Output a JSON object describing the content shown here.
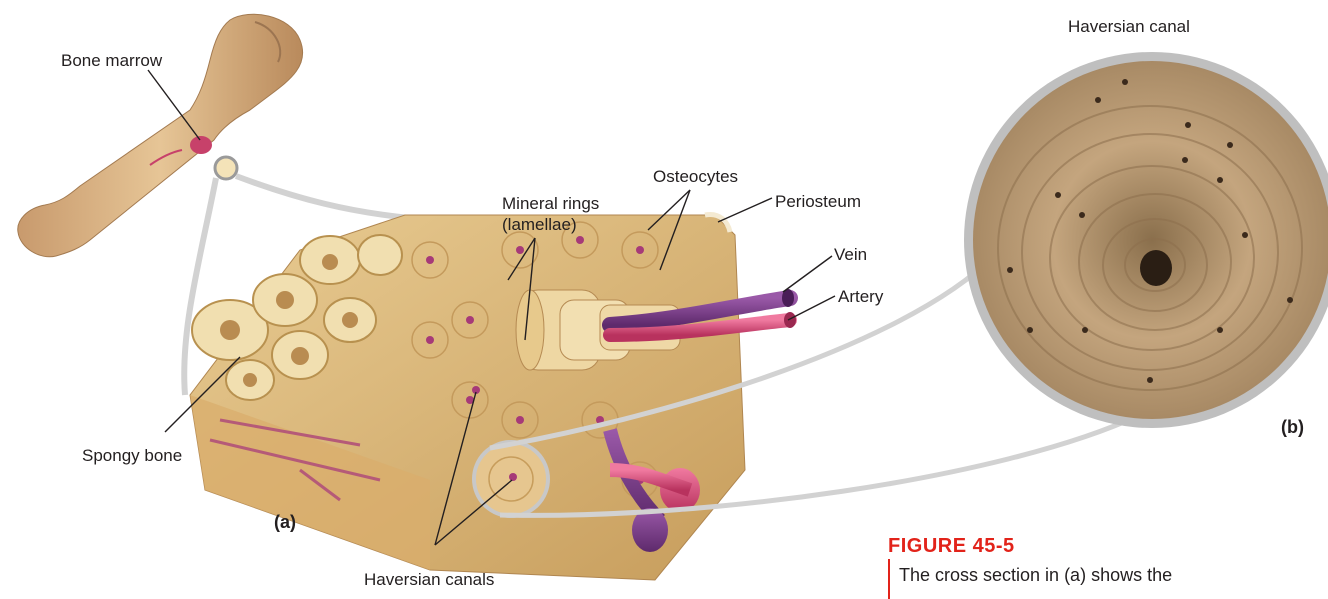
{
  "labels": {
    "bone_marrow": "Bone marrow",
    "mineral_rings_line1": "Mineral rings",
    "mineral_rings_line2": "(lamellae)",
    "osteocytes": "Osteocytes",
    "periosteum": "Periosteum",
    "vein": "Vein",
    "artery": "Artery",
    "spongy_bone": "Spongy bone",
    "haversian_canals": "Haversian canals",
    "haversian_canal": "Haversian canal"
  },
  "panels": {
    "a": "(a)",
    "b": "(b)"
  },
  "figure": {
    "number": "FIGURE 45-5",
    "caption": "The cross section in (a) shows the"
  },
  "colors": {
    "accent": "#e2231a",
    "bone": "#e8c98f",
    "bone_dark": "#c9a46a",
    "vein": "#7b3a8c",
    "artery": "#d8457a",
    "callout_ring": "#cfcfcf"
  }
}
